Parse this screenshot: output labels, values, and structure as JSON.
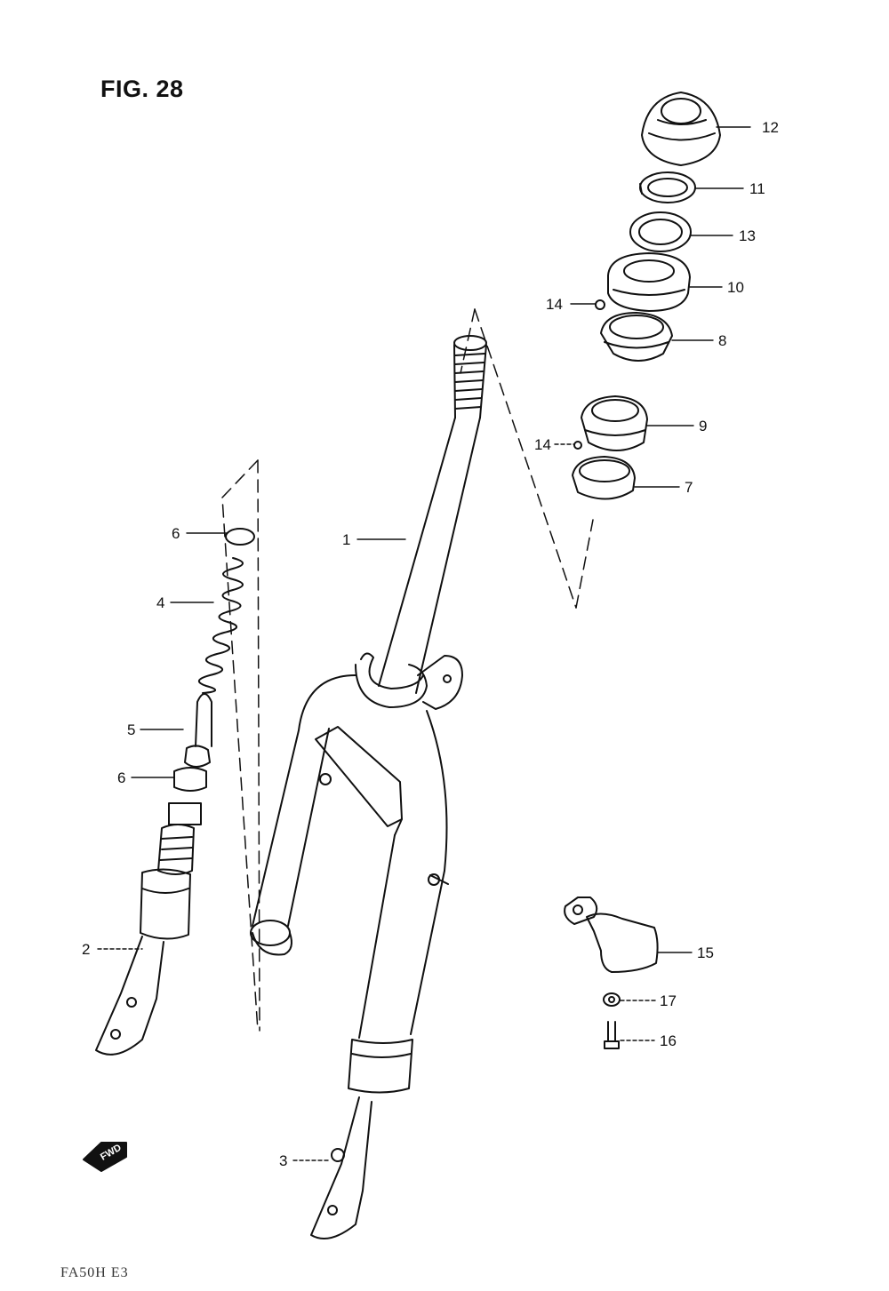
{
  "figure": {
    "title": "FIG. 28",
    "model_code": "FA50H E3",
    "fwd_label": "FWD"
  },
  "callouts": [
    {
      "id": "12",
      "text": "12"
    },
    {
      "id": "11",
      "text": "11"
    },
    {
      "id": "13",
      "text": "13"
    },
    {
      "id": "14a",
      "text": "14"
    },
    {
      "id": "10",
      "text": "10"
    },
    {
      "id": "8",
      "text": "8"
    },
    {
      "id": "9",
      "text": "9"
    },
    {
      "id": "14b",
      "text": "14"
    },
    {
      "id": "7",
      "text": "7"
    },
    {
      "id": "1",
      "text": "1"
    },
    {
      "id": "6a",
      "text": "6"
    },
    {
      "id": "4",
      "text": "4"
    },
    {
      "id": "5",
      "text": "5"
    },
    {
      "id": "6b",
      "text": "6"
    },
    {
      "id": "2",
      "text": "2"
    },
    {
      "id": "3",
      "text": "3"
    },
    {
      "id": "15",
      "text": "15"
    },
    {
      "id": "17",
      "text": "17"
    },
    {
      "id": "16",
      "text": "16"
    }
  ],
  "colors": {
    "ink": "#111111",
    "paper": "#ffffff"
  }
}
